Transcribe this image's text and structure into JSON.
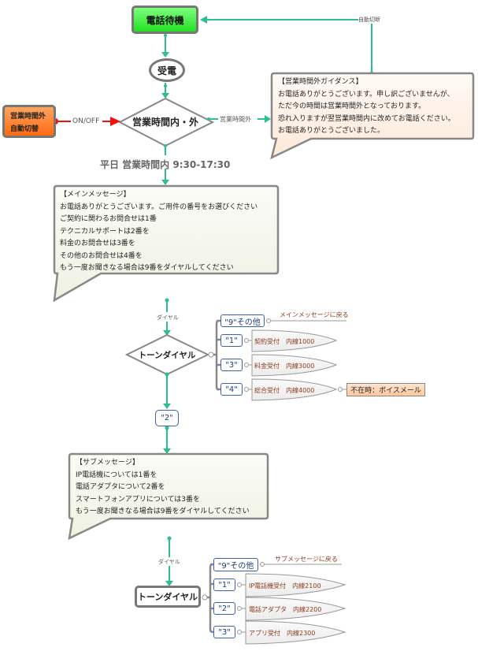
{
  "colors": {
    "connector": "#2bbf8f",
    "switch_connector": "#ee1111",
    "start_node": "#33e633",
    "switch_node": "#ff7a20",
    "bubble_offhours": "#fff1e6",
    "bubble_message": "#f2f5e8",
    "key_border": "#3a64b0",
    "leaf_text": "#8b3a1a"
  },
  "nodes": {
    "standby": "電話待機",
    "incoming": "受電",
    "hours_switch": "営業時間内・外",
    "auto_switch": [
      "営業時間外",
      "自動切替"
    ],
    "tone_dial_1": "トーンダイヤル",
    "tone_dial_2": "トーンダイヤル",
    "key_2": "\"2\"",
    "voicemail": "不在時：ボイスメール"
  },
  "edge_labels": {
    "on_off": "ON/OFF",
    "off_hours": "営業時間外",
    "auto_disconnect": "自動切断",
    "dial_1": "ダイヤル",
    "dial_2": "ダイヤル",
    "business_hours": "平日 営業時間内 9:30-17:30"
  },
  "offhours_guidance": [
    "【営業時間外ガイダンス】",
    "お電話ありがとうございます。申し訳ございませんが、",
    "ただ今の時間は営業時間外となっております。",
    "恐れ入りますが翌営業時間内に改めてお電話ください。",
    "お電話ありがとうございました。"
  ],
  "main_message": [
    "【メインメッセージ】",
    "お電話ありがとうございます。ご用件の番号をお選びください",
    "ご契約に関わるお問合せは1番",
    "テクニカルサポートは2番を",
    "料金のお問合せは3番を",
    "その他のお問合せは4番を",
    "もう一度お聞きなる場合は9番をダイヤルしてください"
  ],
  "sub_message": [
    "【サブメッセージ】",
    "IP電話機については1番を",
    "電話アダプタについて2番を",
    "スマートフォンアプリについては3番を",
    "もう一度お聞きなる場合は9番をダイヤルしてください"
  ],
  "main_menu": {
    "return_label": "メインメッセージに戻る",
    "options": [
      {
        "key": "\"9\"その他",
        "dest": ""
      },
      {
        "key": "\"1\"",
        "dest": "契約受付　内線1000"
      },
      {
        "key": "\"3\"",
        "dest": "料金受付　内線3000"
      },
      {
        "key": "\"4\"",
        "dest": "総合受付　内線4000"
      }
    ]
  },
  "sub_menu": {
    "return_label": "サブメッセージに戻る",
    "options": [
      {
        "key": "\"9\"その他",
        "dest": ""
      },
      {
        "key": "\"1\"",
        "dest": "IP電話機受付　内線2100"
      },
      {
        "key": "\"2\"",
        "dest": "電話アダプタ　内線2200"
      },
      {
        "key": "\"3\"",
        "dest": "アプリ受付　内線2300"
      }
    ]
  }
}
